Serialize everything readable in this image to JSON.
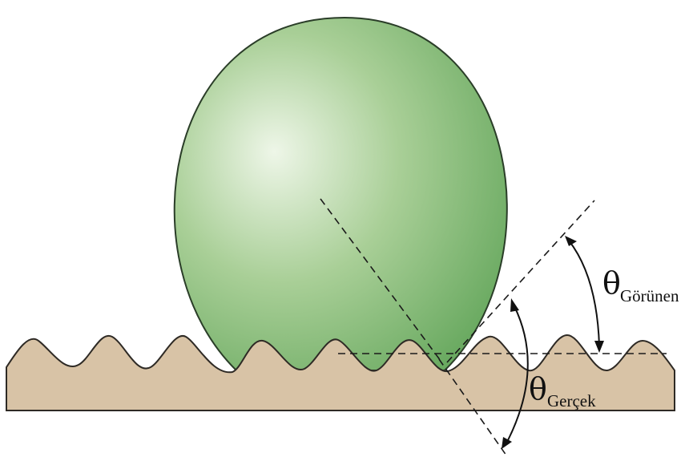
{
  "labels": {
    "apparent_symbol": "θ",
    "apparent_subscript": "Görünen",
    "actual_symbol": "θ",
    "actual_subscript": "Gerçek"
  },
  "colors": {
    "drop_highlight": "#eef6e8",
    "drop_mid": "#a9cf97",
    "drop_edge": "#62a55a",
    "drop_outline": "#2a3d28",
    "surface_fill": "#d8c3a6",
    "surface_outline": "#2e2a25",
    "line": "#1a1a1a"
  }
}
